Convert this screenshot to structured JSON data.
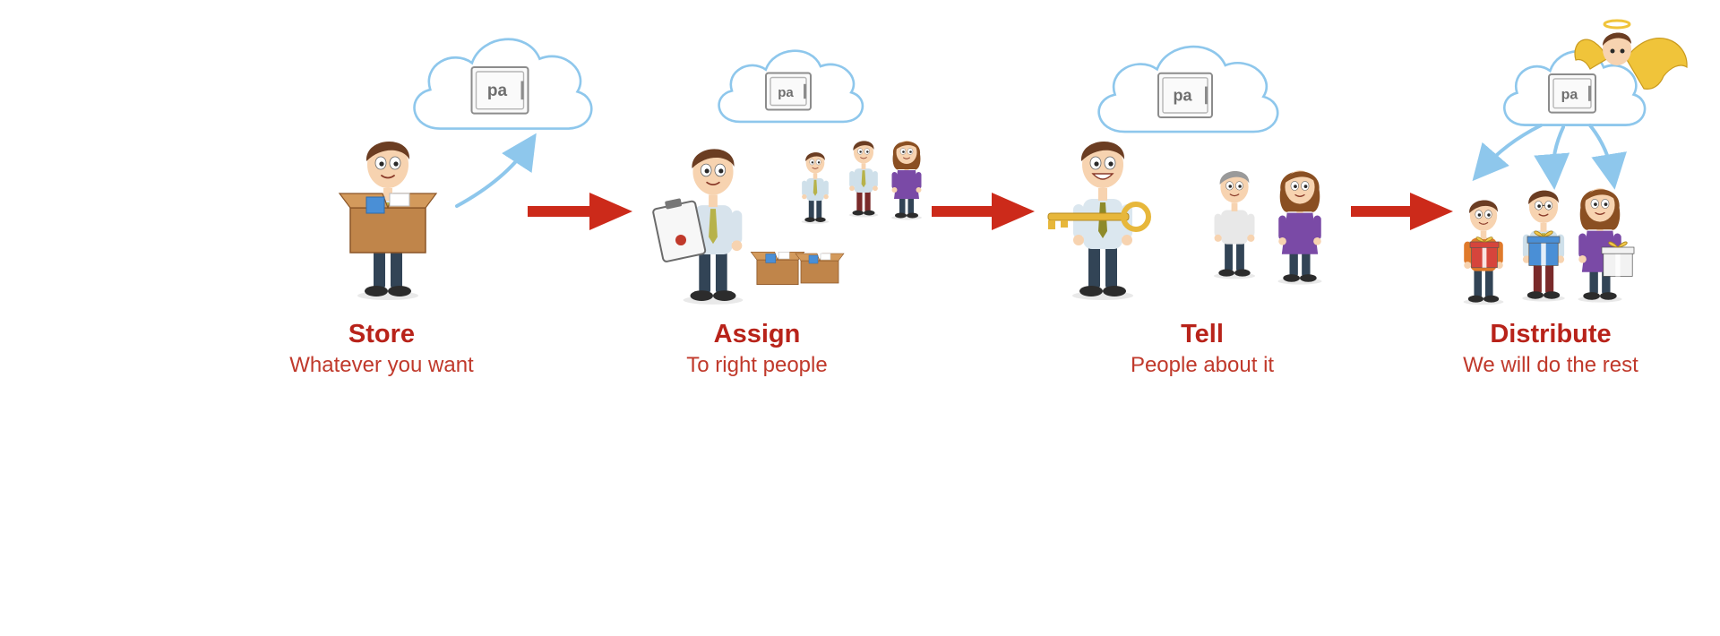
{
  "colors": {
    "title": "#b8231a",
    "subtitle": "#c0392b",
    "arrow": "#cc2a1a",
    "cloud_stroke": "#8ec7ec",
    "cloud_fill": "#ffffff",
    "safe": "#8c8c8c",
    "skin": "#f7d3b0",
    "hair": "#6b3d22",
    "shirt": "#dbe7ef",
    "pants": "#324456",
    "shoes": "#2c2c2c",
    "box": "#c0854a",
    "box_dark": "#8a5527",
    "gold": "#e7b73b",
    "gift_blue": "#4a8fd6",
    "gift_red": "#d6453c"
  },
  "icons": {
    "cloud": "cloud-icon",
    "safe": "safe-icon",
    "arrow": "right-arrow-icon",
    "person": "person-icon",
    "box": "box-icon",
    "clipboard": "clipboard-icon",
    "key": "key-icon",
    "gift": "gift-icon",
    "angel": "angel-icon"
  },
  "safe_label": "pa",
  "steps": [
    {
      "title": "Store",
      "subtitle": "Whatever you want"
    },
    {
      "title": "Assign",
      "subtitle": "To right people"
    },
    {
      "title": "Tell",
      "subtitle": "People about it"
    },
    {
      "title": "Distribute",
      "subtitle": "We will do the rest"
    }
  ]
}
